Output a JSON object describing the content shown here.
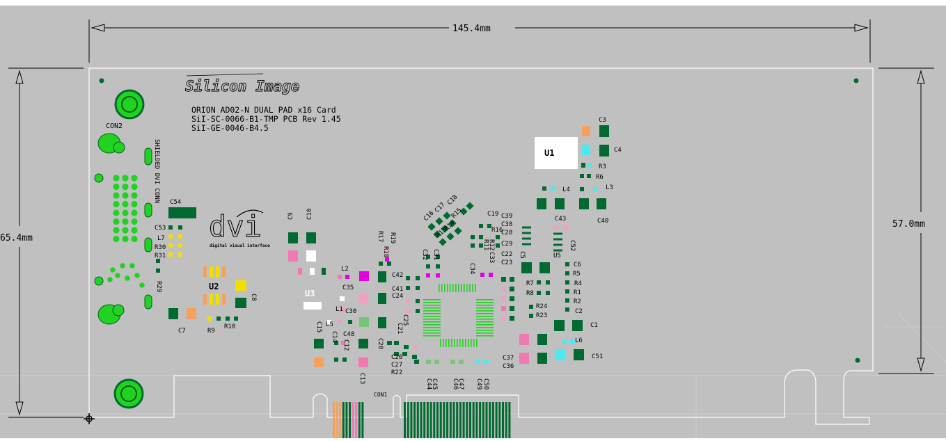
{
  "colors": {
    "background": "#c0c0c0",
    "outline": "#ffffff",
    "pad": "#006a30",
    "via": "#21d321",
    "text": "#000000"
  },
  "dimensions": {
    "width": "145.4mm",
    "height_left": "65.4mm",
    "height_right": "57.0mm"
  },
  "logo": {
    "brand": "Silicon Image",
    "dvi": "dvi",
    "dvi_tagline": "digital visual interface"
  },
  "board_title": {
    "line1": "ORION AD02-N DUAL PAD x16 Card",
    "line2": "SiI-SC-0066-B1-TMP PCB Rev 1.45",
    "line3": "SiI-GE-0046-B4.5"
  },
  "connectors": {
    "con2": "CON2",
    "con1": "CON1",
    "dvi_conn": "SHIELDED DVI CONN"
  },
  "chips": {
    "u1": "U1",
    "u2": "U2",
    "u3": "U3",
    "u5": "U5"
  },
  "refdes": [
    "C3",
    "C4",
    "R3",
    "R6",
    "L4",
    "L3",
    "C40",
    "C43",
    "C52",
    "C6",
    "R5",
    "R4",
    "R1",
    "R2",
    "C2",
    "C1",
    "L6",
    "C51",
    "R7",
    "R8",
    "R24",
    "R23",
    "C37",
    "C36",
    "C5",
    "C22",
    "C23",
    "C29",
    "C28",
    "C38",
    "C39",
    "C19",
    "R16",
    "R11",
    "R12",
    "C18",
    "C17",
    "C16",
    "R15",
    "R14",
    "R13",
    "C31",
    "C32",
    "C34",
    "C33",
    "R17",
    "R19",
    "R18",
    "L2",
    "C42",
    "C41",
    "C24",
    "C35",
    "L1",
    "C30",
    "L5",
    "C48",
    "C15",
    "C14",
    "C12",
    "C13",
    "C20",
    "C21",
    "C25",
    "C26",
    "C27",
    "R22",
    "C44",
    "C45",
    "C46",
    "C47",
    "C49",
    "C50",
    "C54",
    "C53",
    "L7",
    "R30",
    "R31",
    "R29",
    "C8",
    "C7",
    "R9",
    "R10",
    "C9",
    "C10"
  ]
}
